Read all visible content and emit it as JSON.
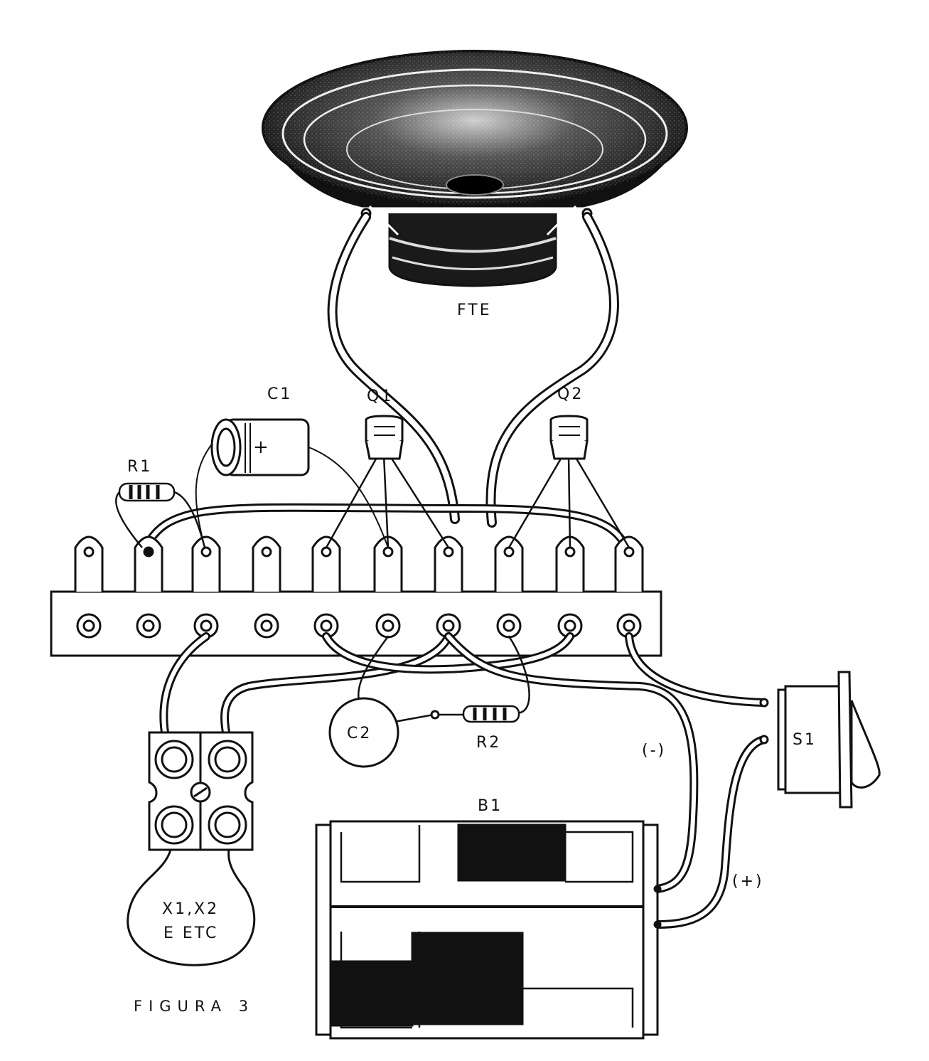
{
  "figure": {
    "caption": "FIGURA 3",
    "colors": {
      "ink": "#111111",
      "paper": "#ffffff"
    },
    "components": {
      "speaker": "FTE",
      "capacitor_1": "C1",
      "transistor_1": "Q1",
      "transistor_2": "Q2",
      "resistor_1": "R1",
      "capacitor_2": "C2",
      "resistor_2": "R2",
      "switch": "S1",
      "battery": "B1",
      "negative_lead": "(-)",
      "positive_lead": "(+)",
      "capacitor_polarity": "+",
      "crystal_line_1": "X1,X2",
      "crystal_line_2": "E ETC"
    }
  }
}
